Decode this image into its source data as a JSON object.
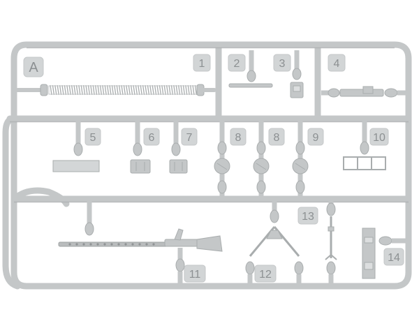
{
  "sprue": {
    "letter": "A",
    "colors": {
      "plastic": "#c4c7c8",
      "plastic_dark": "#a9adae",
      "tab": "#d2d5d6",
      "label": "#8c9092"
    },
    "labels": [
      "1",
      "2",
      "3",
      "4",
      "5",
      "6",
      "7",
      "8",
      "8",
      "9",
      "10",
      "11",
      "12",
      "13",
      "14"
    ],
    "parts": [
      {
        "name": "spring",
        "label": "1"
      },
      {
        "name": "cleaning-rod",
        "label": "2"
      },
      {
        "name": "sight-block",
        "label": "3"
      },
      {
        "name": "bolt-handle",
        "label": "4"
      },
      {
        "name": "ammo-box-lid",
        "label": "5"
      },
      {
        "name": "bracket-left",
        "label": "6"
      },
      {
        "name": "bracket-right",
        "label": "7"
      },
      {
        "name": "drum-a",
        "label": "8"
      },
      {
        "name": "drum-b",
        "label": "8"
      },
      {
        "name": "drum-c",
        "label": "9"
      },
      {
        "name": "frame-part",
        "label": "10"
      },
      {
        "name": "machine-gun",
        "label": "11"
      },
      {
        "name": "bipod",
        "label": "12"
      },
      {
        "name": "tripod-leg",
        "label": "13"
      },
      {
        "name": "ammo-container",
        "label": "14"
      }
    ]
  }
}
